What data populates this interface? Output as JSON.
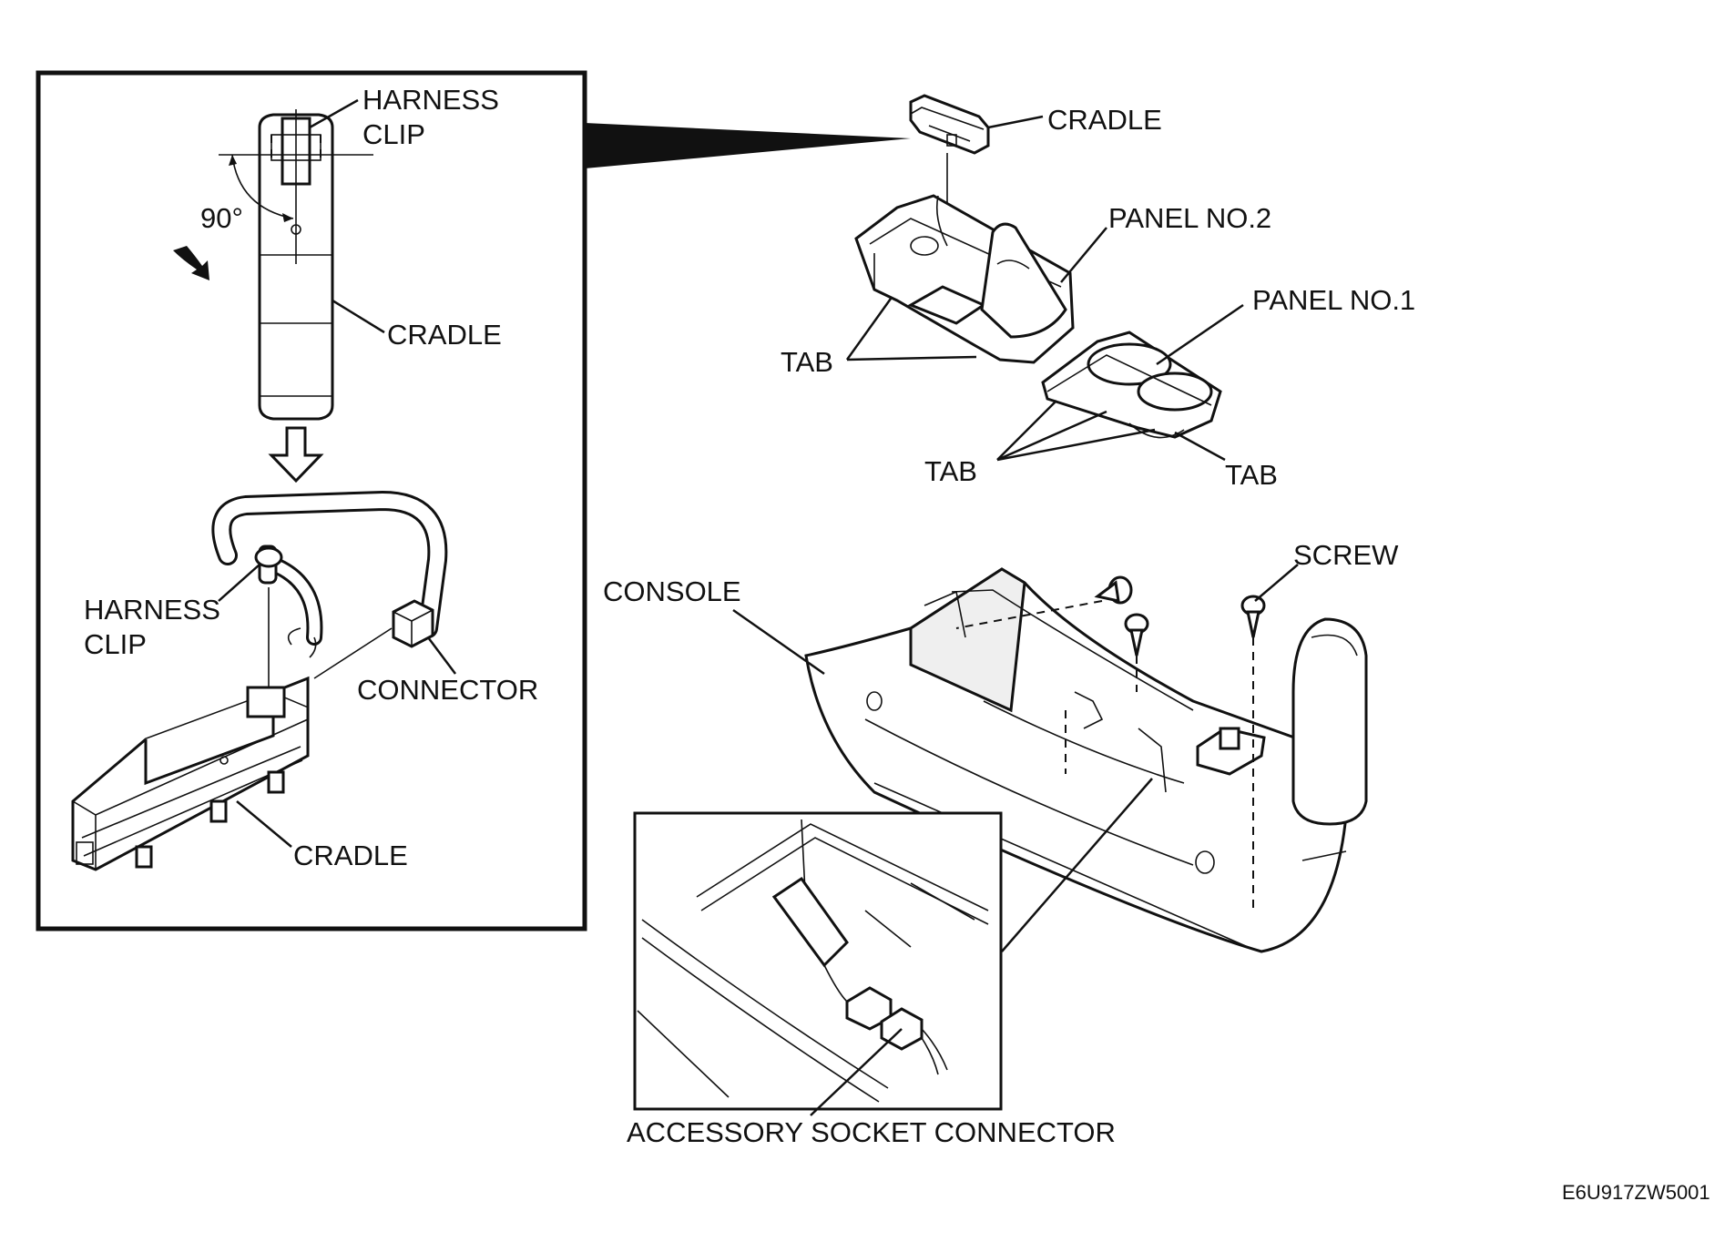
{
  "labels": {
    "harness_clip_top": [
      "HARNESS",
      "CLIP"
    ],
    "angle": "90°",
    "cradle_top": "CRADLE",
    "harness_clip_left": [
      "HARNESS",
      "CLIP"
    ],
    "connector": "CONNECTOR",
    "cradle_bottom": "CRADLE",
    "cradle_right": "CRADLE",
    "panel_no2": "PANEL NO.2",
    "panel_no1": "PANEL NO.1",
    "tab_left": "TAB",
    "tab_bottom": "TAB",
    "tab_right": "TAB",
    "screw": "SCREW",
    "console": "CONSOLE",
    "accessory_socket_connector": "ACCESSORY SOCKET CONNECTOR"
  },
  "figure_code": "E6U917ZW5001"
}
